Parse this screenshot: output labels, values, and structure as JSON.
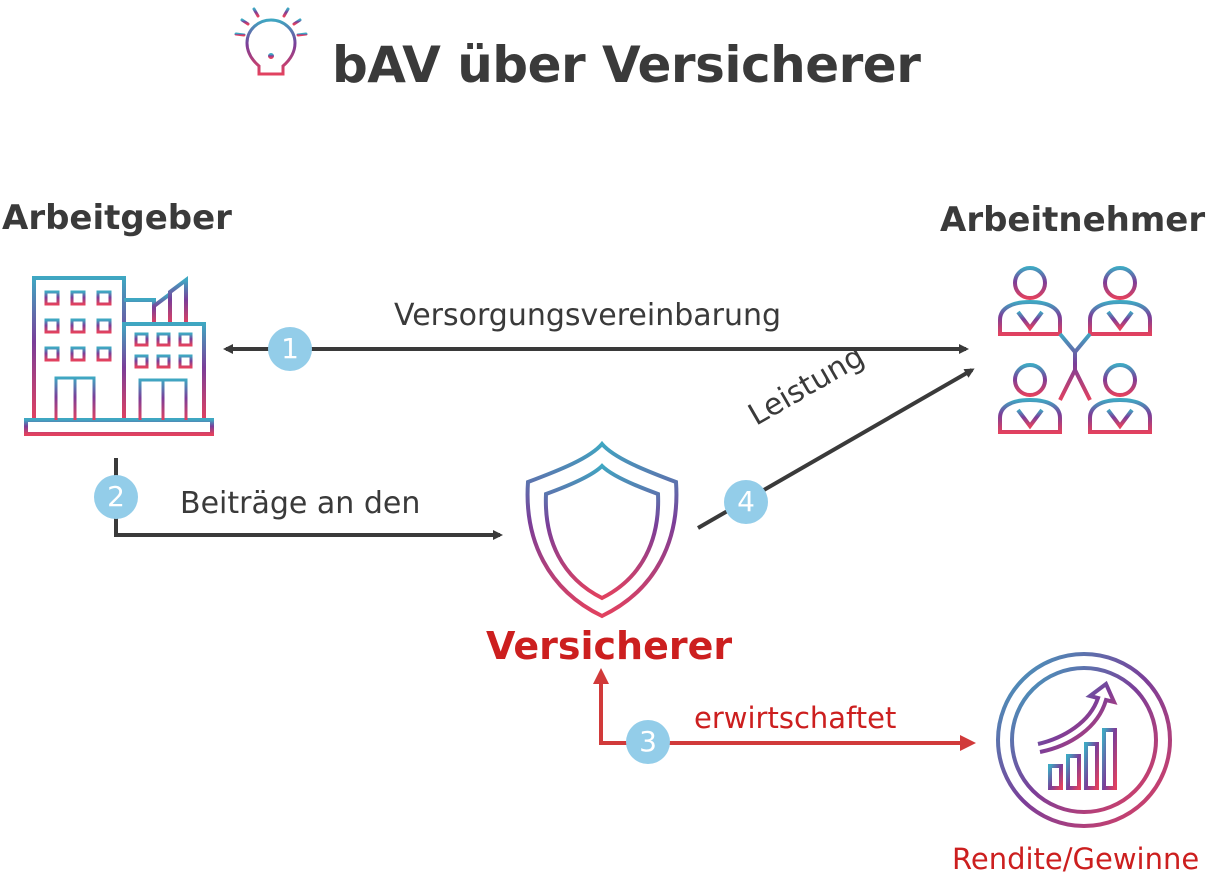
{
  "title": "bAV über Versicherer",
  "nodes": {
    "employer": "Arbeitgeber",
    "employees": "Arbeitnehmer",
    "insurer": "Versicherer",
    "returns": "Rendite/Gewinne"
  },
  "edges": {
    "agreement": "Versorgungsvereinbarung",
    "contributions": "Beiträge an den",
    "benefit": "Leistung",
    "earned": "erwirtschaftet"
  },
  "steps": [
    "1",
    "2",
    "3",
    "4"
  ],
  "colors": {
    "text": "#3a3a3a",
    "accent_red": "#cc1f1f",
    "step_badge": "#93cde9",
    "gradient_top": "#3fa7c2",
    "gradient_mid": "#7a3e99",
    "gradient_bottom": "#e2415f"
  }
}
